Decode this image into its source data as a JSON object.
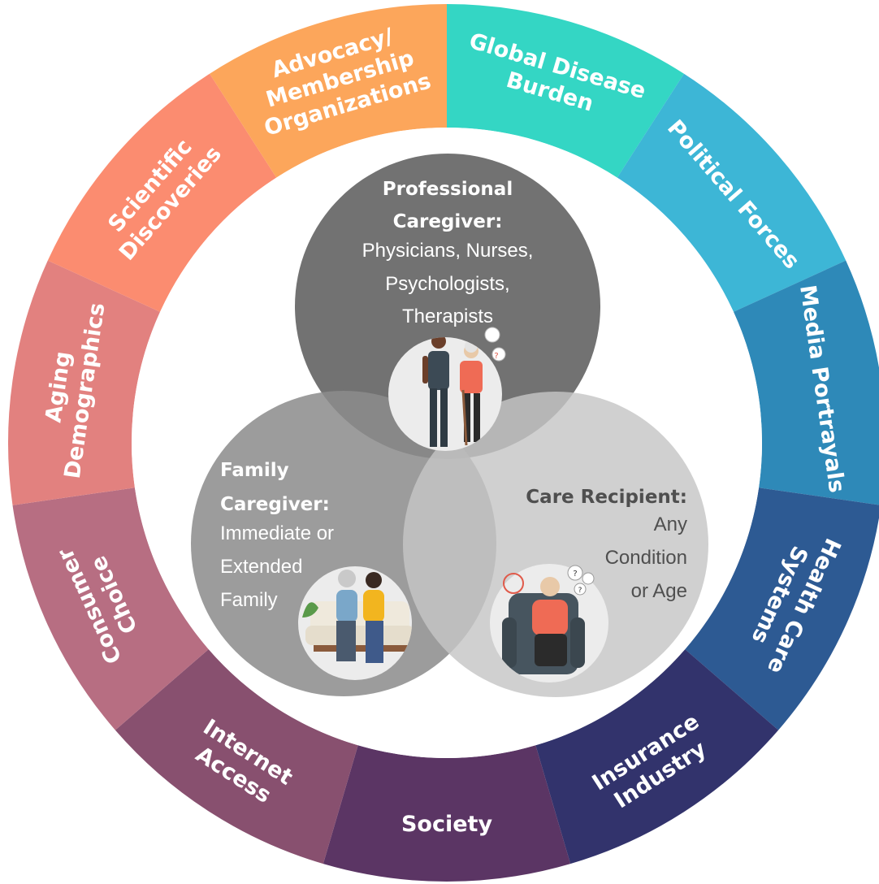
{
  "ring": {
    "segments": [
      {
        "lines": [
          "Global Disease",
          "Burden"
        ],
        "color": "#34D6C4"
      },
      {
        "lines": [
          "Political Forces"
        ],
        "color": "#3DB6D6"
      },
      {
        "lines": [
          "Media Portrayals"
        ],
        "color": "#2E89B8"
      },
      {
        "lines": [
          "Health Care",
          "Systems"
        ],
        "color": "#2D5A93"
      },
      {
        "lines": [
          "Insurance",
          "Industry"
        ],
        "color": "#32336C"
      },
      {
        "lines": [
          "Society"
        ],
        "color": "#5B3564"
      },
      {
        "lines": [
          "Internet",
          "Access"
        ],
        "color": "#88506F"
      },
      {
        "lines": [
          "Consumer",
          "Choice"
        ],
        "color": "#B76E82"
      },
      {
        "lines": [
          "Aging",
          "Demographics"
        ],
        "color": "#E2817F"
      },
      {
        "lines": [
          "Scientific",
          "Discoveries"
        ],
        "color": "#FB8C70"
      },
      {
        "lines": [
          "Advocacy/",
          "Membership",
          "Organizations"
        ],
        "color": "#FCA65B"
      }
    ]
  },
  "venn": {
    "professional": {
      "title_lines": [
        "Professional",
        "Caregiver:"
      ],
      "body_lines": [
        "Physicians, Nurses,",
        "Psychologists,",
        "Therapists"
      ],
      "color": "#727272",
      "text_color": "#ffffff"
    },
    "family": {
      "title_lines": [
        "Family",
        "Caregiver:"
      ],
      "body_lines": [
        "Immediate or",
        "Extended",
        "Family"
      ],
      "color": "#8C8C8C",
      "text_color": "#ffffff"
    },
    "recipient": {
      "title_lines": [
        "Care Recipient:"
      ],
      "body_lines": [
        "Any",
        "Condition",
        "or Age"
      ],
      "color": "#C6C6C6",
      "text_color": "#4f4f4f"
    }
  },
  "illustrations": {
    "professional": "nurse-with-elderly-woman-illustration",
    "family": "family-on-couch-illustration",
    "recipient": "worried-man-in-armchair-illustration"
  }
}
